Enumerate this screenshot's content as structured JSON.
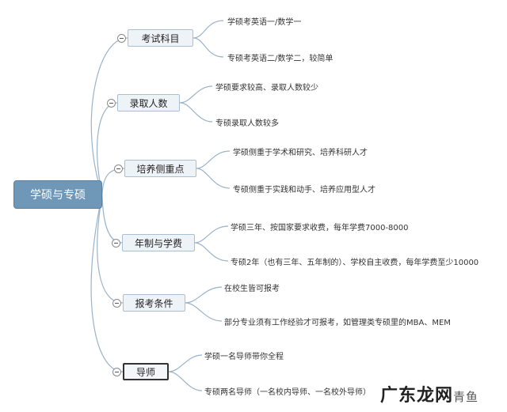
{
  "root": {
    "label": "学硕与专硕"
  },
  "branches": [
    {
      "label": "考试科目",
      "leaves": [
        "学硕考英语一/数学一",
        "专硕考英语二/数学二，较简单"
      ]
    },
    {
      "label": "录取人数",
      "leaves": [
        "学硕要求较高、录取人数较少",
        "专硕录取人数较多"
      ]
    },
    {
      "label": "培养侧重点",
      "leaves": [
        "学硕侧重于学术和研究、培养科研人才",
        "专硕侧重于实践和动手、培养应用型人才"
      ]
    },
    {
      "label": "年制与学费",
      "leaves": [
        "学硕三年、按国家要求收费，每年学费7000-8000",
        "专硕2年（也有三年、五年制的）、学校自主收费，每年学费至少10000"
      ]
    },
    {
      "label": "报考条件",
      "leaves": [
        "在校生皆可报考",
        "部分专业须有工作经验才可报考，如管理类专硕里的MBA、MEM"
      ]
    },
    {
      "label": "导师",
      "leaves": [
        "学硕一名导师带你全程",
        "专硕两名导师（一名校内导师、一名校外导师）"
      ]
    }
  ],
  "watermark": {
    "main": "广东龙网",
    "sub": "青鱼"
  },
  "colors": {
    "root_fill": "#6f97b8",
    "topic_fill": "#eef3f8",
    "topic_border": "#a9c0d4",
    "connector": "#9ab3c9"
  }
}
